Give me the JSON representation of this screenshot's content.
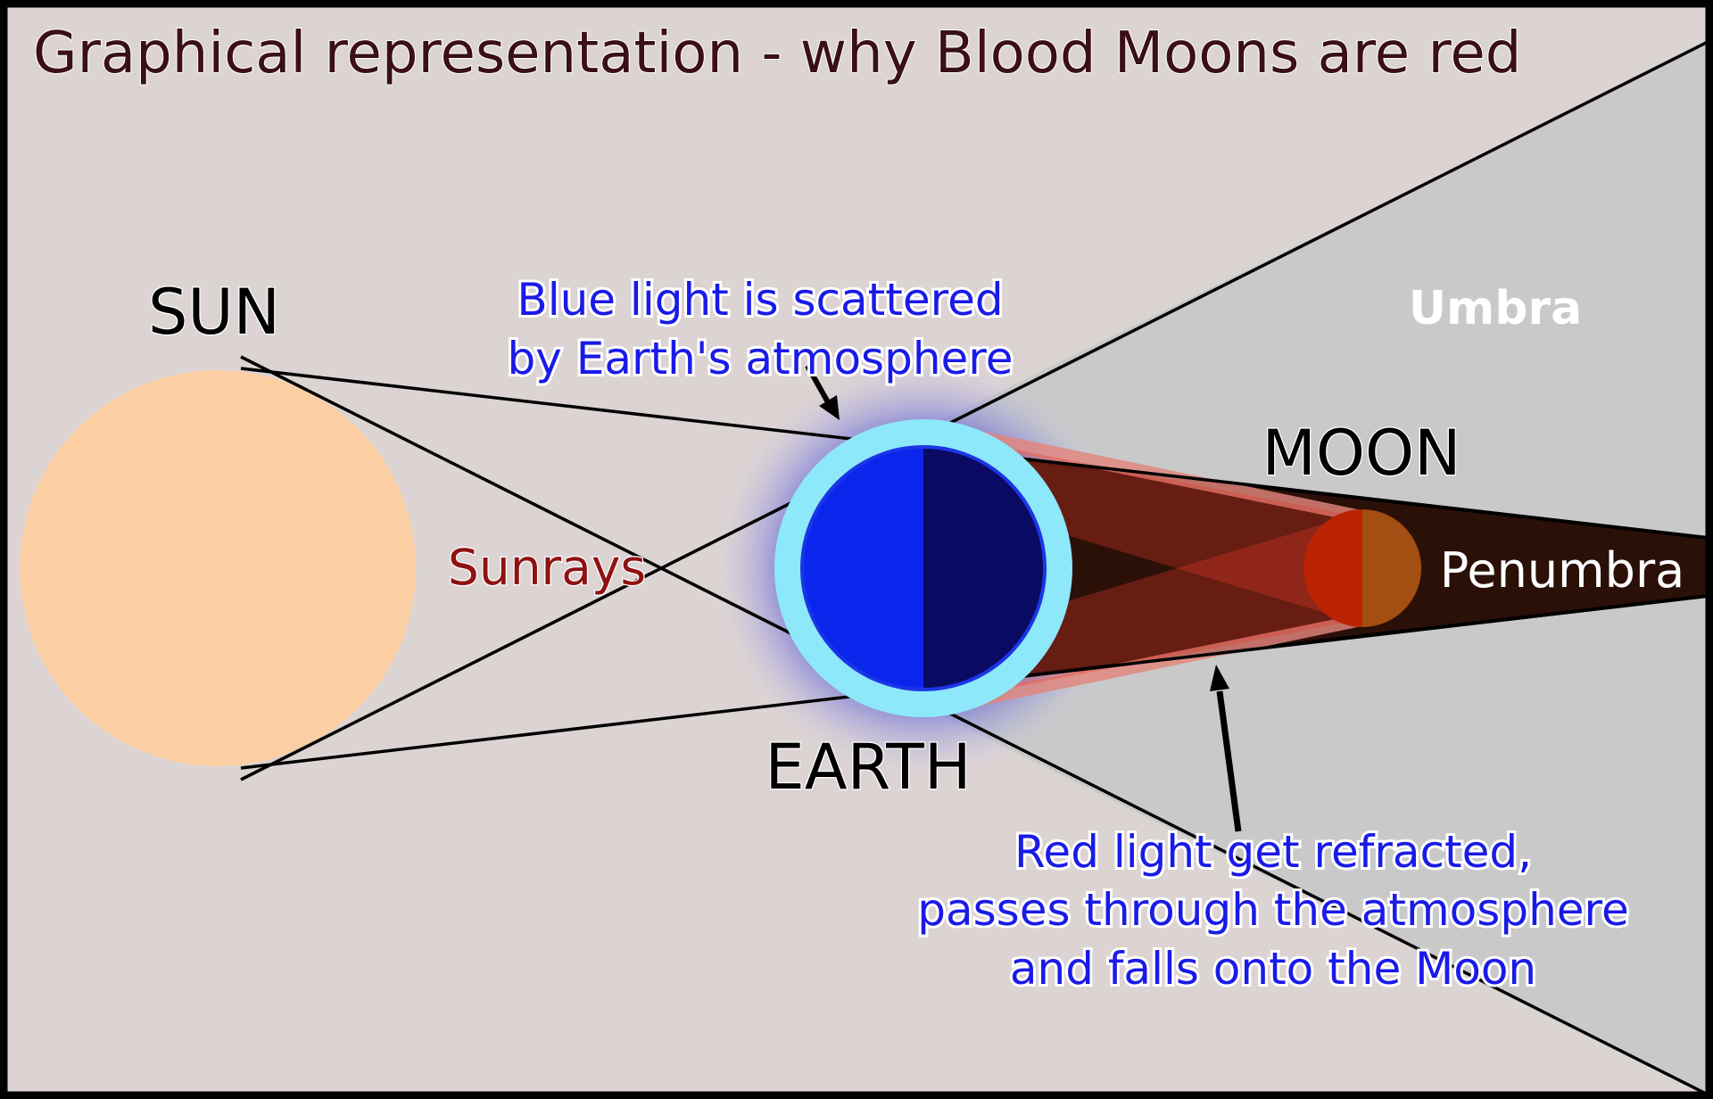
{
  "title": "Graphical representation - why Blood Moons are red",
  "labels": {
    "sun": "SUN",
    "earth": "EARTH",
    "moon": "MOON",
    "sunrays": "Sunrays",
    "umbra": "Umbra",
    "penumbra": "Penumbra"
  },
  "annotations": {
    "blue_scatter": {
      "line1": "Blue light is scattered",
      "line2": "by Earth's atmosphere"
    },
    "red_refract": {
      "line1": "Red light get refracted,",
      "line2": "passes through the atmosphere",
      "line3": "and falls onto the Moon"
    }
  },
  "colors": {
    "background": "#DCD3D3",
    "frame": "#000000",
    "penumbra_gray": "#C9C9C9",
    "umbra_cone": "#2B1008",
    "sun": "#FBCFA3",
    "earth_day": "#0A26ED",
    "earth_night": "#0A0A64",
    "earth_rim": "#1B35E6",
    "atmosphere_ring": "#8DE8F9",
    "atmosphere_glow": "#6464CD",
    "moon_red": "#B92303",
    "moon_brown": "#A34E12",
    "red_beam": "rgba(230,60,40,0.32)",
    "pink_band": "rgba(226,134,124,0.82)",
    "ray_line": "#000000",
    "title_text": "#3A1014",
    "annotation_blue": "#1A1AE8",
    "sunrays_text": "#8F1212",
    "umbra_text": "#FFFFFF",
    "penumbra_text": "#FFFFFF",
    "label_text": "#000000"
  }
}
